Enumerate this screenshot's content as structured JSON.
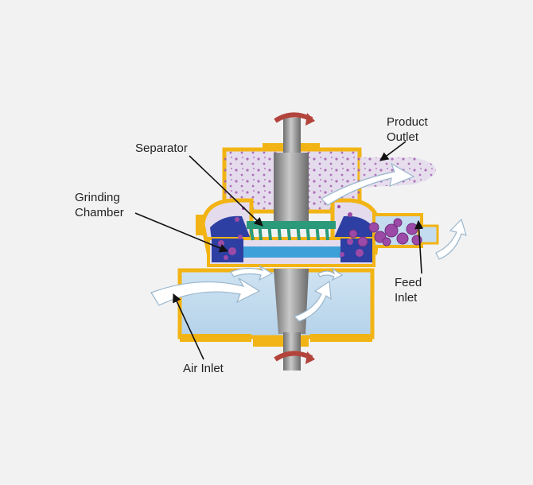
{
  "labels": {
    "separator": "Separator",
    "grinding_line1": "Grinding",
    "grinding_line2": "Chamber",
    "product_line1": "Product",
    "product_line2": "Outlet",
    "feed_line1": "Feed",
    "feed_line2": "Inlet",
    "air_inlet": "Air Inlet"
  },
  "colors": {
    "background": "#f2f2f2",
    "housing_outline": "#f2b414",
    "upper_chamber_fill": "#e4dcec",
    "lower_chamber_fill": "#c3dcef",
    "shaft": "#8a8a8a",
    "grinding_bed": "#2e3fa3",
    "particles": "#9c4aa8",
    "separator_wheel": "#2a9a7a",
    "rotation_arrow": "#b3443c",
    "air_arrow": "#ffffff",
    "leader_line": "#111111"
  }
}
